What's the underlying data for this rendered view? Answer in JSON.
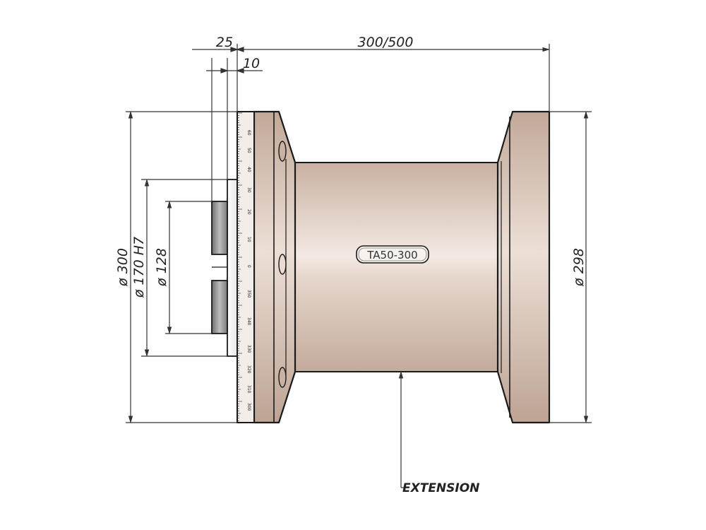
{
  "dimensions": {
    "flange_offset": "25",
    "scale_thickness": "10",
    "length": "300/500",
    "outer_diameter": "ø 300",
    "bore_diameter": "ø 170 H7",
    "spigot_diameter": "ø 128",
    "right_flange_diameter": "ø 298"
  },
  "part_tag": "TA50-300",
  "callout_label": "EXTENSION",
  "scale_labels": [
    "60",
    "50",
    "40",
    "30",
    "20",
    "10",
    "0",
    "350",
    "340",
    "330",
    "320",
    "310",
    "300"
  ],
  "colors": {
    "body_light": "#e8dbd3",
    "body_mid": "#d2bdaf",
    "body_dark": "#b49c8c",
    "outline": "#1a1a1a",
    "spigot": "#8d8d8d",
    "line": "#333333"
  }
}
